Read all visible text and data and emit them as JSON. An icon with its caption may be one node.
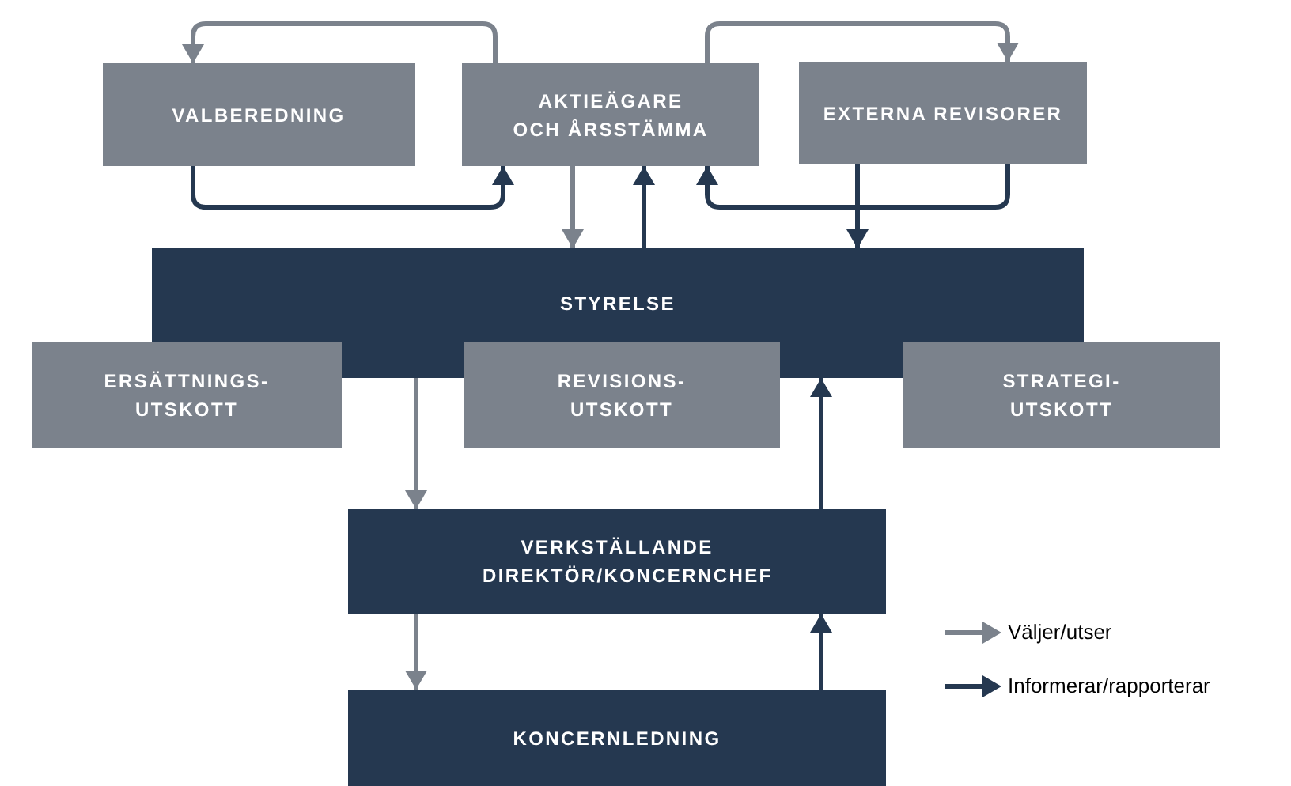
{
  "diagram": {
    "nodes": [
      {
        "text": [
          "VALBEREDNING"
        ]
      },
      {
        "text": [
          "AKTIEÄGARE OCH ÅRSSTÄMMA"
        ]
      },
      {
        "text": [
          "EXTERNA REVISORER"
        ]
      },
      {
        "text": [
          "STYRELSE"
        ]
      },
      {
        "text": [
          "ERSÄTTNINGS- UTSKOTT"
        ]
      },
      {
        "text": [
          "REVISIONS- UTSKOTT"
        ]
      },
      {
        "text": [
          "STRATEGI- UTSKOTT"
        ]
      },
      {
        "text": [
          "VERKSTÄLLANDE DIREKTÖR/KONCERNCHEF"
        ]
      },
      {
        "text": [
          "KONCERNLEDNING"
        ]
      }
    ],
    "edges": [
      {
        "from": 1,
        "to": 0,
        "arrow": "to",
        "color": "#7b828c"
      },
      {
        "from": 0,
        "to": 1,
        "arrow": "to"
      },
      {
        "from": 1,
        "to": 2,
        "arrow": "to",
        "color": "#7b828c"
      },
      {
        "from": 2,
        "to": 1,
        "arrow": "to"
      },
      {
        "from": 1,
        "to": 3,
        "arrow": "to",
        "color": "#7b828c"
      },
      {
        "from": 3,
        "to": 1,
        "arrow": "to"
      },
      {
        "from": 2,
        "to": 3,
        "arrow": "to"
      },
      {
        "from": 3,
        "to": 7,
        "arrow": "to",
        "color": "#7b828c"
      },
      {
        "from": 7,
        "to": 3,
        "arrow": "to"
      },
      {
        "from": 7,
        "to": 8,
        "arrow": "to",
        "color": "#7b828c"
      },
      {
        "from": 8,
        "to": 7,
        "arrow": "to"
      }
    ],
    "legend": [
      {
        "text": "Väljer/utser"
      },
      {
        "text": "Informerar/rapporterar"
      }
    ]
  }
}
